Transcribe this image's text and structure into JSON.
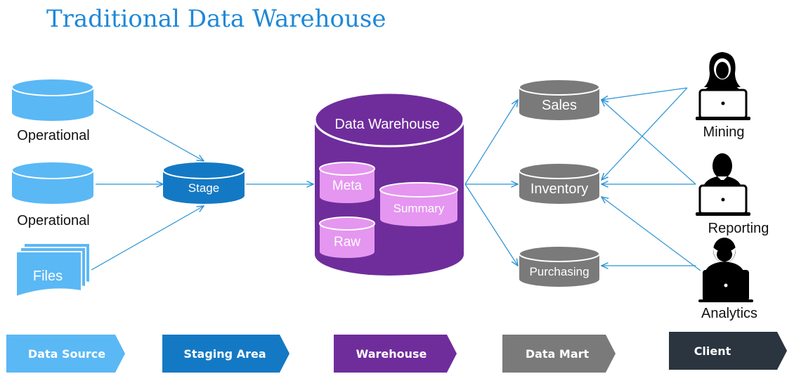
{
  "title": "Traditional Data Warehouse",
  "sources": {
    "operational_1": "Operational",
    "operational_2": "Operational",
    "files": "Files"
  },
  "staging": {
    "stage": "Stage"
  },
  "warehouse": {
    "title": "Data Warehouse",
    "meta": "Meta",
    "summary": "Summary",
    "raw": "Raw"
  },
  "marts": {
    "sales": "Sales",
    "inventory": "Inventory",
    "purchasing": "Purchasing"
  },
  "clients": {
    "mining": "Mining",
    "reporting": "Reporting",
    "analytics": "Analytics"
  },
  "bands": {
    "data_source": "Data Source",
    "staging_area": "Staging Area",
    "warehouse": "Warehouse",
    "data_mart": "Data Mart",
    "client": "Client"
  },
  "colors": {
    "source": "#5ab8f5",
    "staging": "#1479c4",
    "warehouse": "#6f2d9c",
    "inner": "#e596f0",
    "mart": "#7a7a7a",
    "client": "#2b3540",
    "connector": "#2b93d6",
    "title": "#1e88d8"
  }
}
